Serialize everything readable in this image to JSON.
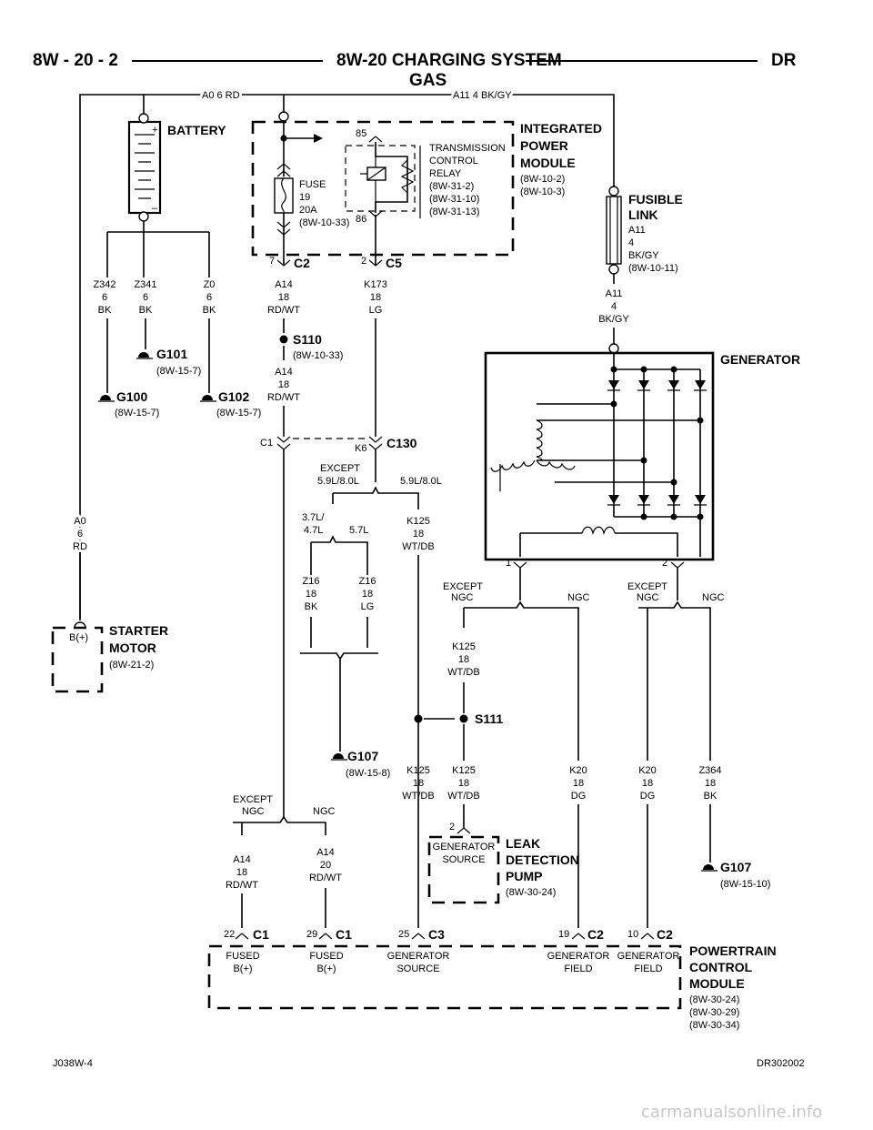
{
  "header": {
    "page_code": "8W - 20 - 2",
    "title_line1": "8W-20 CHARGING SYSTEM",
    "title_line2": "GAS",
    "model": "DR"
  },
  "top_wires": {
    "a0": "A0   6 RD",
    "a11": "A11   4 BK/GY"
  },
  "battery": {
    "name": "BATTERY",
    "plus": "+",
    "minus": "–"
  },
  "ipm": {
    "title1": "INTEGRATED",
    "title2": "POWER",
    "title3": "MODULE",
    "ref1": "(8W-10-2)",
    "ref2": "(8W-10-3)",
    "fuse": [
      "FUSE",
      "19",
      "20A",
      "(8W-10-33)"
    ],
    "relay": [
      "TRANSMISSION",
      "CONTROL",
      "RELAY",
      "(8W-31-2)",
      "(8W-31-10)",
      "(8W-31-13)"
    ],
    "relay_pin_top": "85",
    "relay_pin_bottom": "86",
    "c2_pin": "7",
    "c2_name": "C2",
    "c5_pin": "2",
    "c5_name": "C5"
  },
  "fusible_link": {
    "title1": "FUSIBLE",
    "title2": "LINK",
    "spec": [
      "A11",
      "4",
      "BK/GY",
      "(8W-10-11)"
    ],
    "wire": [
      "A11",
      "4",
      "BK/GY"
    ]
  },
  "wires": {
    "z342": [
      "Z342",
      "6",
      "BK"
    ],
    "z341": [
      "Z341",
      "6",
      "BK"
    ],
    "z0": [
      "Z0",
      "6",
      "BK"
    ],
    "a14_top": [
      "A14",
      "18",
      "RD/WT"
    ],
    "a14_mid": [
      "A14",
      "18",
      "RD/WT"
    ],
    "k173": [
      "K173",
      "18",
      "LG"
    ],
    "a0_left": [
      "A0",
      "6",
      "RD"
    ],
    "z16_bk": [
      "Z16",
      "18",
      "BK"
    ],
    "z16_lg": [
      "Z16",
      "18",
      "LG"
    ],
    "k125_a": [
      "K125",
      "18",
      "WT/DB"
    ],
    "k125_b": [
      "K125",
      "18",
      "WT/DB"
    ],
    "k125_c": [
      "K125",
      "18",
      "WT/DB"
    ],
    "k125_d": [
      "K125",
      "18",
      "WT/DB"
    ],
    "k20_a": [
      "K20",
      "18",
      "DG"
    ],
    "k20_b": [
      "K20",
      "18",
      "DG"
    ],
    "z364": [
      "Z364",
      "18",
      "BK"
    ],
    "a14_left": [
      "A14",
      "18",
      "RD/WT"
    ],
    "a14_right": [
      "A14",
      "20",
      "RD/WT"
    ]
  },
  "grounds": {
    "g101": {
      "name": "G101",
      "ref": "(8W-15-7)"
    },
    "g100": {
      "name": "G100",
      "ref": "(8W-15-7)"
    },
    "g102": {
      "name": "G102",
      "ref": "(8W-15-7)"
    },
    "g107a": {
      "name": "G107",
      "ref": "(8W-15-8)"
    },
    "g107b": {
      "name": "G107",
      "ref": "(8W-15-10)"
    }
  },
  "splices": {
    "s110": {
      "name": "S110",
      "ref": "(8W-10-33)"
    },
    "s111": {
      "name": "S111"
    }
  },
  "c130": {
    "name": "C130",
    "pin_c1": "C1",
    "pin_k6": "K6"
  },
  "options": {
    "except_gas": [
      "EXCEPT",
      "5.9L/8.0L"
    ],
    "gas_59": "5.9L/8.0L",
    "eng_37": [
      "3.7L/",
      "4.7L"
    ],
    "eng_57": "5.7L",
    "except_ngc": [
      "EXCEPT",
      "NGC"
    ],
    "ngc": "NGC"
  },
  "generator": {
    "name": "GENERATOR",
    "pin1": "1",
    "pin2": "2"
  },
  "starter": {
    "title1": "STARTER",
    "title2": "MOTOR",
    "ref": "(8W-21-2)",
    "pin": "B(+)"
  },
  "ldp": {
    "title1": "LEAK",
    "title2": "DETECTION",
    "title3": "PUMP",
    "ref": "(8W-30-24)",
    "pin": "2",
    "label": [
      "GENERATOR",
      "SOURCE"
    ]
  },
  "pcm": {
    "title1": "POWERTRAIN",
    "title2": "CONTROL",
    "title3": "MODULE",
    "refs": [
      "(8W-30-24)",
      "(8W-30-29)",
      "(8W-30-34)"
    ],
    "pins": [
      {
        "num": "22",
        "conn": "C1",
        "label": [
          "FUSED",
          "B(+)"
        ]
      },
      {
        "num": "29",
        "conn": "C1",
        "label": [
          "FUSED",
          "B(+)"
        ]
      },
      {
        "num": "25",
        "conn": "C3",
        "label": [
          "GENERATOR",
          "SOURCE"
        ]
      },
      {
        "num": "19",
        "conn": "C2",
        "label": [
          "GENERATOR",
          "FIELD"
        ]
      },
      {
        "num": "10",
        "conn": "C2",
        "label": [
          "GENERATOR",
          "FIELD"
        ]
      }
    ]
  },
  "footer": {
    "left": "J038W-4",
    "right": "DR302002"
  },
  "watermark": "carmanualsonline.info"
}
